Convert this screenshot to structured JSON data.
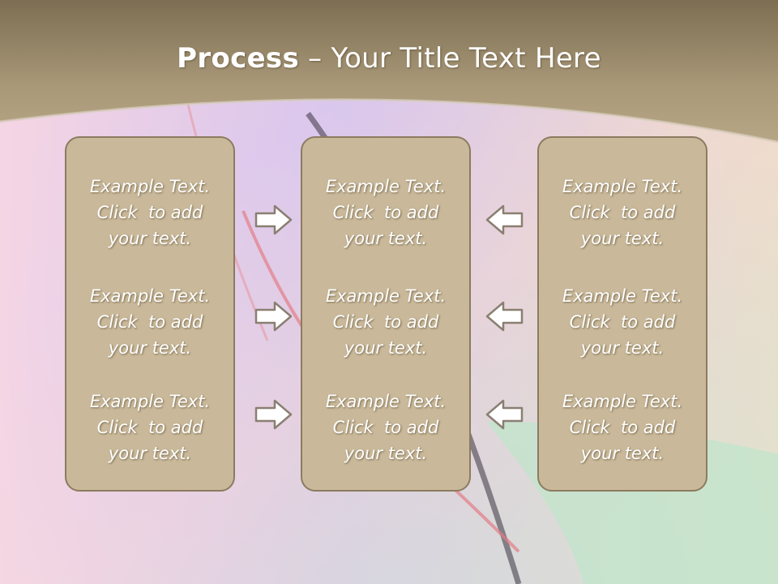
{
  "slide": {
    "title_bold": "Process",
    "title_rest": " – Your Title Text Here"
  },
  "columns": [
    {
      "blocks": [
        {
          "line1": "Example Text.",
          "line2": "Click  to add",
          "line3": "your text."
        },
        {
          "line1": "Example Text.",
          "line2": "Click  to add",
          "line3": "your text."
        },
        {
          "line1": "Example Text.",
          "line2": "Click  to add",
          "line3": "your text."
        }
      ]
    },
    {
      "blocks": [
        {
          "line1": "Example Text.",
          "line2": "Click  to add",
          "line3": "your text."
        },
        {
          "line1": "Example Text.",
          "line2": "Click  to add",
          "line3": "your text."
        },
        {
          "line1": "Example Text.",
          "line2": "Click  to add",
          "line3": "your text."
        }
      ]
    },
    {
      "blocks": [
        {
          "line1": "Example Text.",
          "line2": "Click  to add",
          "line3": "your text."
        },
        {
          "line1": "Example Text.",
          "line2": "Click  to add",
          "line3": "your text."
        },
        {
          "line1": "Example Text.",
          "line2": "Click  to add",
          "line3": "your text."
        }
      ]
    }
  ],
  "arrows": {
    "left_group": "arrow-right-icon",
    "right_group": "arrow-left-icon"
  },
  "colors": {
    "header": "#a89878",
    "panel_fill": "#c9b99a",
    "panel_border": "#8c7b60",
    "text": "#ffffff"
  }
}
